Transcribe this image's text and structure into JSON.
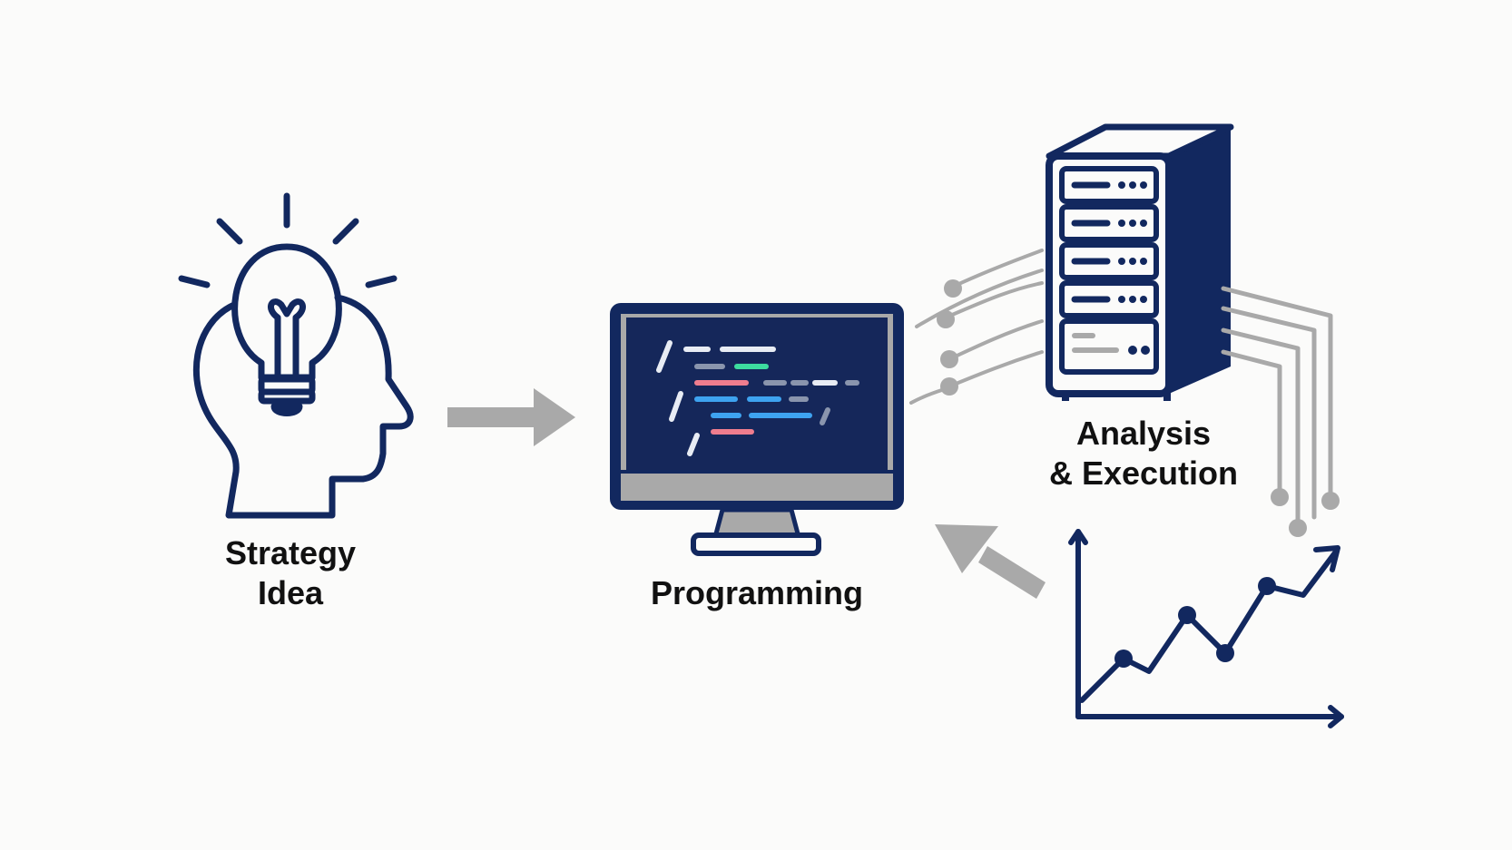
{
  "nodes": {
    "strategy": {
      "line1": "Strategy",
      "line2": "Idea"
    },
    "programming": {
      "line1": "Programming"
    },
    "analysis": {
      "line1": "Analysis",
      "line2": "& Execution"
    }
  },
  "colors": {
    "navy": "#12285f",
    "gray": "#a9a9a9",
    "screen": "#15275a",
    "code_white": "#e8ecf4",
    "code_teal": "#3ddc9f",
    "code_pink": "#ef7d8e",
    "code_blue": "#3ea3f0",
    "code_gray": "#8a95ad"
  },
  "icons": [
    "head-lightbulb-icon",
    "monitor-code-icon",
    "server-rack-icon",
    "trend-chart-icon"
  ]
}
